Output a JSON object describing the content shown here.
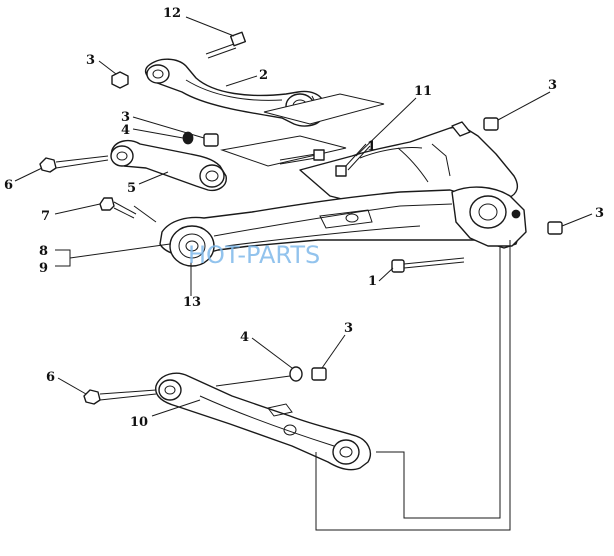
{
  "labels": {
    "l12": "12",
    "l3a": "3",
    "l2": "2",
    "l3b": "3",
    "l4a": "4",
    "l6a": "6",
    "l5": "5",
    "l7": "7",
    "l8": "8",
    "l9": "9",
    "l13": "13",
    "l11": "11",
    "l3c": "3",
    "l3d": "3",
    "l1a": "1",
    "l1b": "1",
    "l4b": "4",
    "l3e": "3",
    "l6b": "6",
    "l10": "10"
  },
  "watermark": "HOT-PARTS",
  "colors": {
    "ink": "#1a1a1a",
    "watermark": "#7fb8ea",
    "background": "#ffffff"
  }
}
